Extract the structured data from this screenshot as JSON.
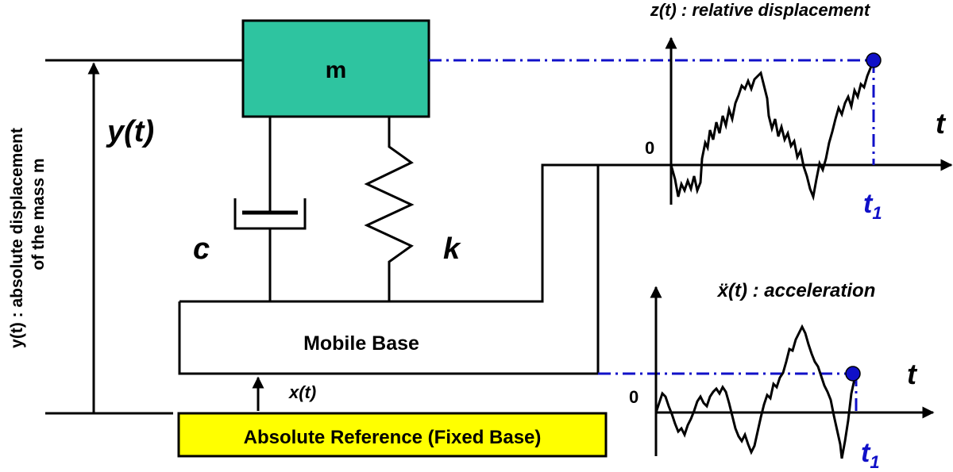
{
  "mass": {
    "label": "m",
    "fill": "#2ec4a0"
  },
  "damper": {
    "label": "c"
  },
  "spring": {
    "label": "k"
  },
  "base": {
    "label": "Mobile Base"
  },
  "reference": {
    "label": "Absolute Reference (Fixed Base)",
    "fill": "#ffff00"
  },
  "absolute_displacement": {
    "symbol": "y(t)",
    "caption_line1": "y(t) : absolute displacement",
    "caption_line2": "of the mass m"
  },
  "base_displacement": {
    "symbol": "x(t)"
  },
  "plot_top": {
    "title": "z(t) : relative displacement",
    "x_axis": "t",
    "origin": "0",
    "marker": "t1"
  },
  "plot_bottom": {
    "title": "ẍ(t) : acceleration",
    "x_axis": "t",
    "origin": "0",
    "marker": "t1"
  },
  "colors": {
    "line": "#000000",
    "accent_blue": "#1010c8"
  }
}
